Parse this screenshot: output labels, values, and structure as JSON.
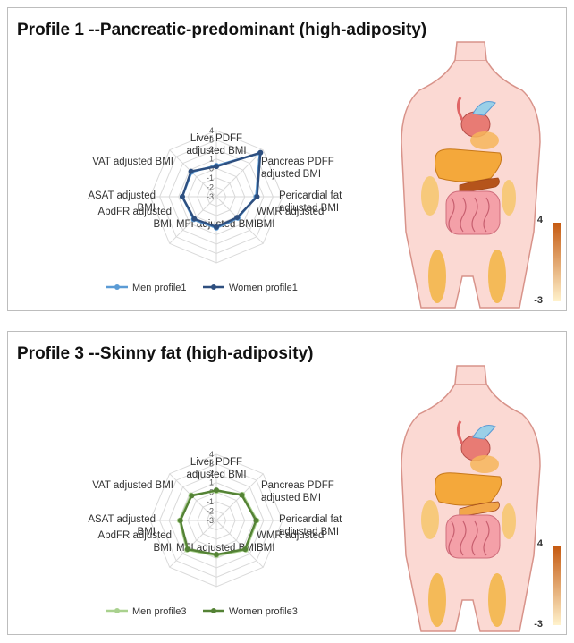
{
  "panels": [
    {
      "title": "Profile 1 --Pancreatic-predominant (high-adiposity)",
      "legend": [
        "Men profile1",
        "Women profile1"
      ],
      "colors": [
        "#5b9bd5",
        "#2e4f7f"
      ]
    },
    {
      "title": "Profile 3 --Skinny fat (high-adiposity)",
      "legend": [
        "Men profile3",
        "Women profile3"
      ],
      "colors": [
        "#a9d18e",
        "#548235"
      ]
    }
  ],
  "color_scale": {
    "max_label": "4",
    "min_label": "-3",
    "colors": [
      "#fff2cc",
      "#c55a11"
    ]
  },
  "chart_data": [
    {
      "type": "radar",
      "title": "Profile 1 --Pancreatic-predominant (high-adiposity)",
      "axes": [
        "Liver PDFF adjusted BMI",
        "Pancreas PDFF adjusted BMI",
        "Pericardial fat adjusted BMI",
        "WMR adjusted BMI",
        "MFI adjusted BMI",
        "AbdFR adjusted BMI",
        "ASAT adjusted BMI",
        "VAT adjusted BMI"
      ],
      "ticks": [
        "4",
        "3",
        "2",
        "1",
        "0",
        "-1",
        "-2",
        "-3"
      ],
      "range": [
        -3,
        4
      ],
      "series": [
        {
          "name": "Men profile1",
          "values": [
            0.3,
            3.5,
            1.2,
            0.2,
            0.3,
            0.4,
            0.6,
            0.7
          ]
        },
        {
          "name": "Women profile1",
          "values": [
            0.2,
            3.6,
            1.3,
            0.1,
            0.2,
            0.3,
            0.6,
            0.8
          ]
        }
      ]
    },
    {
      "type": "radar",
      "title": "Profile 3 --Skinny fat (high-adiposity)",
      "axes": [
        "Liver PDFF adjusted BMI",
        "Pancreas PDFF adjusted BMI",
        "Pericardial fat adjusted BMI",
        "WMR adjusted BMI",
        "MFI adjusted BMI",
        "AbdFR adjusted BMI",
        "ASAT adjusted BMI",
        "VAT adjusted BMI"
      ],
      "ticks": [
        "4",
        "3",
        "2",
        "1",
        "0",
        "-1",
        "-2",
        "-3"
      ],
      "range": [
        -3,
        4
      ],
      "series": [
        {
          "name": "Men profile3",
          "values": [
            0.1,
            0.9,
            1.3,
            1.4,
            0.7,
            1.4,
            0.9,
            0.8
          ]
        },
        {
          "name": "Women profile3",
          "values": [
            0.2,
            0.8,
            1.2,
            1.3,
            0.6,
            1.3,
            0.8,
            0.7
          ]
        }
      ]
    }
  ]
}
